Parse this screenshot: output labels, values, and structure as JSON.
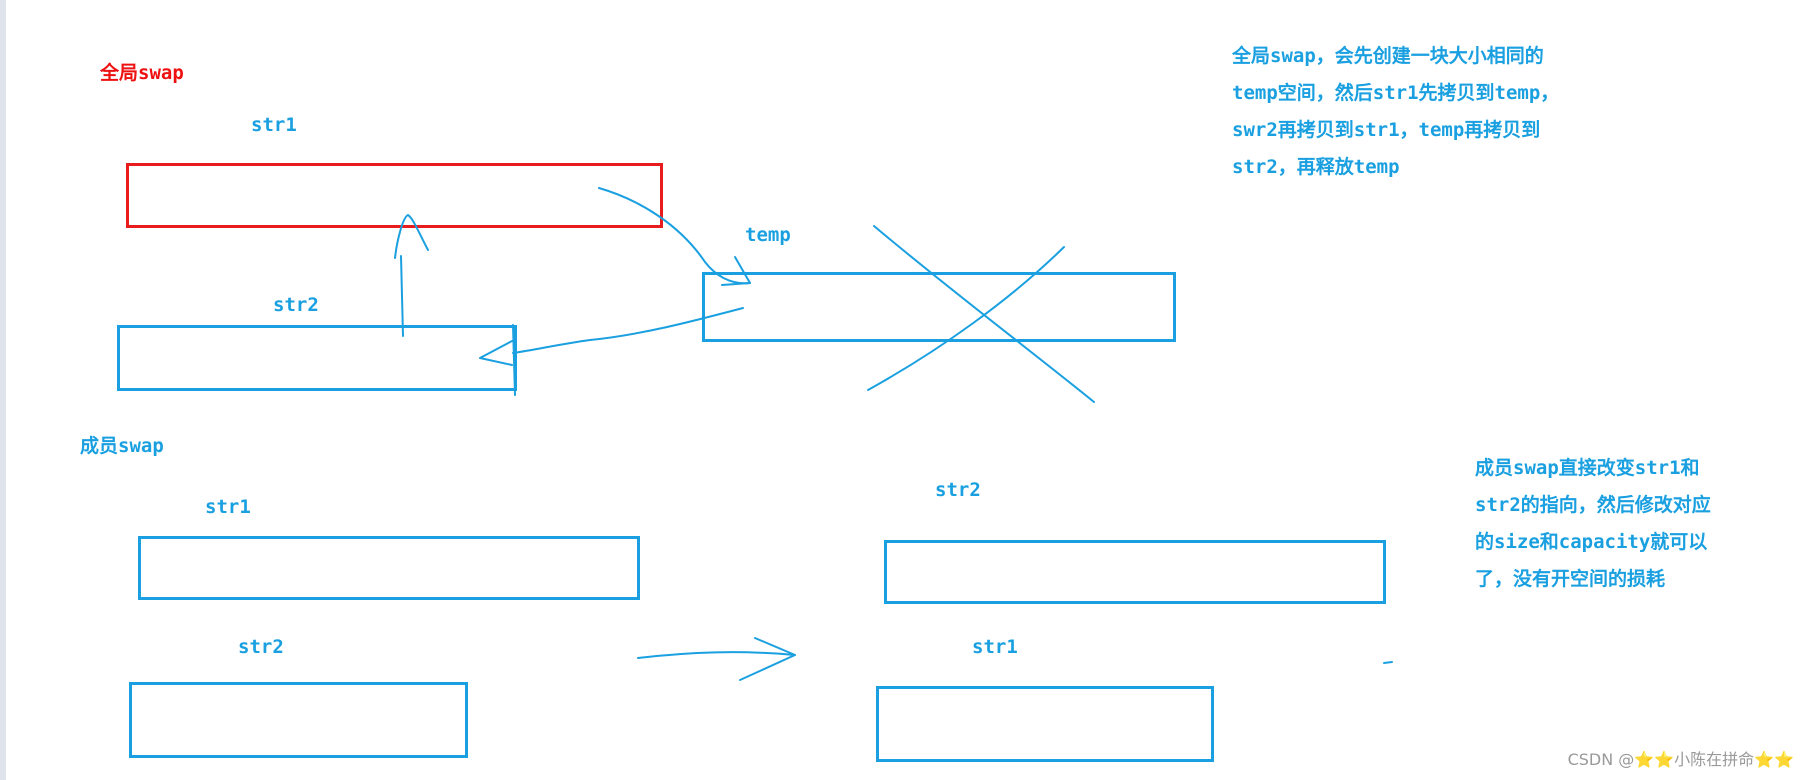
{
  "global_section": {
    "title": "全局swap",
    "str1_label": "str1",
    "str2_label": "str2",
    "temp_label": "temp",
    "note_lines": [
      "全局swap，会先创建一块大小相同的",
      "temp空间，然后str1先拷贝到temp，",
      "swr2再拷贝到str1，temp再拷贝到",
      "str2，再释放temp"
    ]
  },
  "member_section": {
    "title": "成员swap",
    "before_str1_label": "str1",
    "before_str2_label": "str2",
    "after_str2_label": "str2",
    "after_str1_label": "str1",
    "note_lines": [
      "成员swap直接改变str1和",
      "str2的指向，然后修改对应",
      "的size和capacity就可以",
      "了，没有开空间的损耗"
    ]
  },
  "watermark": "CSDN @⭐⭐小陈在拼命⭐⭐",
  "colors": {
    "red": "#e81c1c",
    "blue": "#1aa0e0",
    "background": "#ffffff"
  }
}
